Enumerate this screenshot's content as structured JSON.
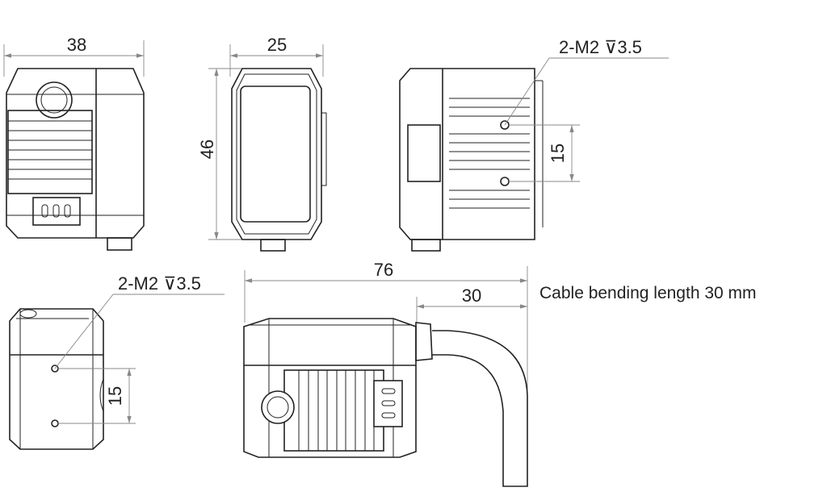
{
  "dimensions": {
    "front_width": "38",
    "end_width": "25",
    "height": "46",
    "side_hole_spacing": "15",
    "bottom_hole_spacing": "15",
    "total_length": "76",
    "cable_length": "30"
  },
  "callouts": {
    "side_holes": "2-M2 ⊽3.5",
    "bottom_holes": "2-M2 ⊽3.5"
  },
  "caption": "Cable bending length 30 mm"
}
